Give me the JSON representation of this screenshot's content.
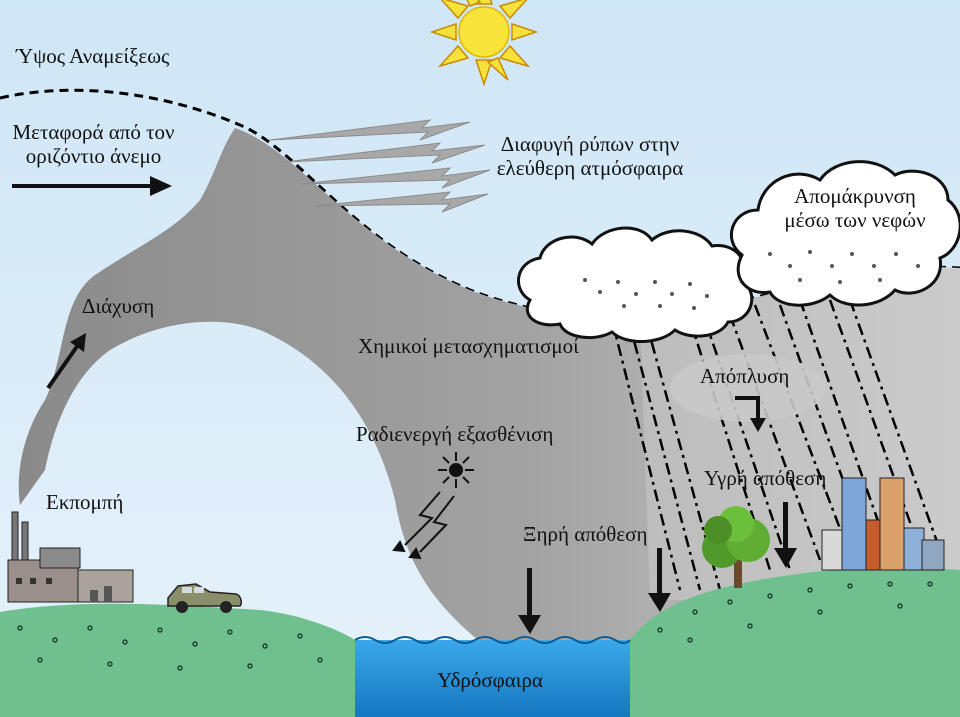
{
  "labels": {
    "mixing_height": "Ύψος Αναμείξεως",
    "horizontal_wind_1": "Μεταφορά από τον",
    "horizontal_wind_2": "οριζόντιο άνεμο",
    "escape_1": "Διαφυγή ρύπων στην",
    "escape_2": "ελεύθερη ατμόσφαιρα",
    "cloud_removal_1": "Απομάκρυνση",
    "cloud_removal_2": "μέσω των νεφών",
    "diffusion": "Διάχυση",
    "chemical": "Χημικοί μετασχηματισμοί",
    "washout": "Απόπλυση",
    "radioactive": "Ραδιενεργή εξασθένιση",
    "wet_deposition": "Υγρή απόθεση",
    "emission": "Εκπομπή",
    "dry_deposition": "Ξηρή απόθεση",
    "hydrosphere": "Υδρόσφαιρα"
  },
  "colors": {
    "sky": "#d7ebf8",
    "plume": "#9b9b9b",
    "ground": "#6fbf8f",
    "water": "#1f8fd6",
    "sun": "#f7e23b"
  }
}
